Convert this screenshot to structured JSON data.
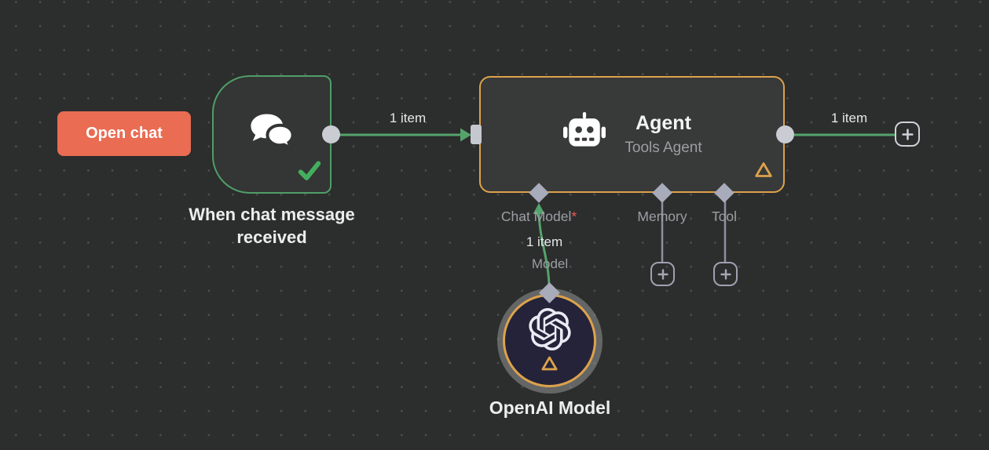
{
  "buttons": {
    "open_chat": "Open chat"
  },
  "nodes": {
    "chat_trigger": {
      "label": "When chat message received"
    },
    "agent": {
      "title": "Agent",
      "subtitle": "Tools Agent",
      "ports": {
        "chat_model": "Chat Model",
        "required_marker": "*",
        "memory": "Memory",
        "tool": "Tool"
      }
    },
    "openai_model": {
      "label": "OpenAI Model"
    }
  },
  "connections": {
    "trigger_to_agent": {
      "label": "1 item"
    },
    "agent_output": {
      "label": "1 item"
    },
    "model_to_agent": {
      "label": "1 item",
      "port_label": "Model"
    }
  },
  "icons": {
    "trigger": "chat-bubbles-icon",
    "trigger_status": "check-icon",
    "agent": "robot-icon",
    "agent_status": "warning-triangle-icon",
    "openai": "openai-logo-icon",
    "openai_status": "warning-triangle-icon",
    "add": "plus-icon"
  },
  "colors": {
    "canvas_bg": "#2c2d2d",
    "grid_dot": "#4b4d4d",
    "node_fill": "#383939",
    "success_green": "#4f9e68",
    "warning_orange": "#dca24c",
    "open_chat_coral": "#e96c53",
    "port_diamond": "#a8abba",
    "endpoint_gray": "#c9ccd3",
    "label_gray": "#9b9ea3",
    "required_red": "#ea5a55",
    "openai_fill": "#242339"
  }
}
